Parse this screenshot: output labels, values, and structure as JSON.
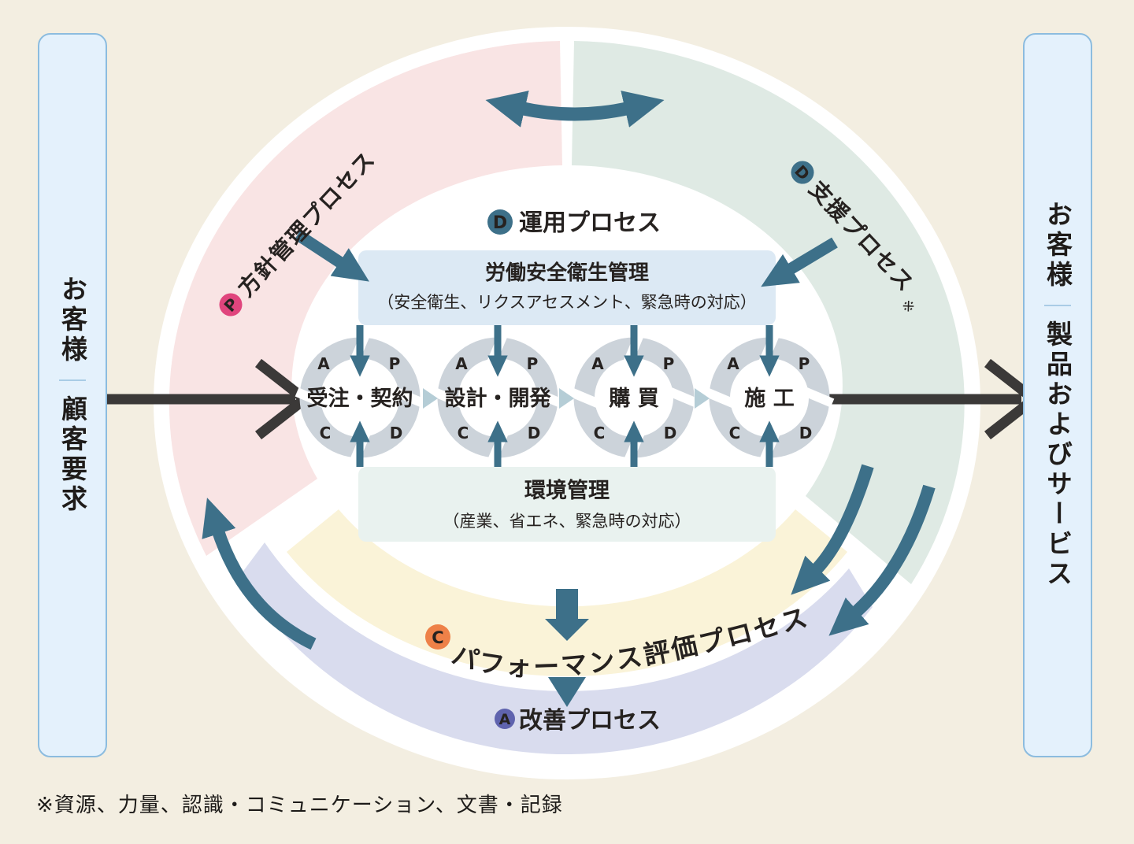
{
  "colors": {
    "background": "#f3eee1",
    "accent_teal": "#3d7089",
    "ring_pink": "#f9e4e4",
    "ring_green": "#dfeae4",
    "band_yellow": "#faf3d8",
    "band_lavender": "#d9dcee",
    "safety_box_fill": "#dce9f4",
    "environment_box_fill": "#e9f2ef",
    "pdca_ring_gray": "#ccd3da",
    "black_arrow": "#3b3938",
    "badge_p": "#e0457d",
    "badge_d": "#3d7089",
    "badge_c": "#ee8148",
    "badge_a": "#5f63ae"
  },
  "left_panel": {
    "top": "お客様",
    "bottom": "顧客要求"
  },
  "right_panel": {
    "top": "お客様",
    "bottom": "製品およびサービス"
  },
  "process_labels": {
    "policy": {
      "badge": "P",
      "label": "方針管理プロセス"
    },
    "operation": {
      "badge": "D",
      "label": "運用プロセス"
    },
    "support": {
      "badge": "D",
      "label": "支援プロセス",
      "note_mark": "※"
    },
    "performance": {
      "badge": "C",
      "label": "パフォーマンス評価プロセス"
    },
    "improvement": {
      "badge": "A",
      "label": "改善プロセス"
    }
  },
  "safety_box": {
    "title": "労働安全衛生管理",
    "subtitle": "（安全衛生、リクスアセスメント、緊急時の対応）"
  },
  "environment_box": {
    "title": "環境管理",
    "subtitle": "（産業、省エネ、緊急時の対応）"
  },
  "process_steps": [
    {
      "label": "受注・契約"
    },
    {
      "label": "設計・開発"
    },
    {
      "label": "購 買"
    },
    {
      "label": "施 工"
    }
  ],
  "pdca_ring": {
    "p": "P",
    "d": "D",
    "c": "C",
    "a": "A"
  },
  "footnote": "※資源、力量、認識・コミュニケーション、文書・記録"
}
